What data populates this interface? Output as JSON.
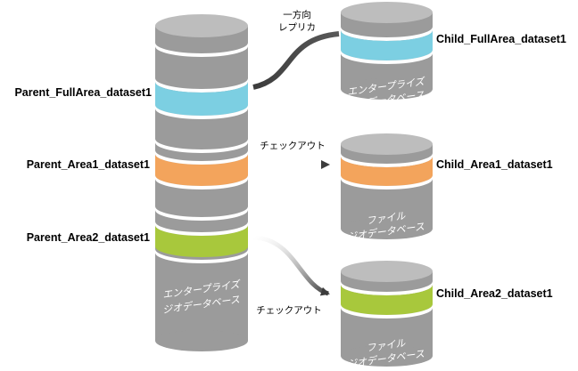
{
  "colors": {
    "cylinder_body": "#9b9b9b",
    "cylinder_top": "#bdbdbd",
    "blue_band": "#7ccfe2",
    "orange_band": "#f3a45c",
    "green_band": "#a8c83c",
    "arrow": "#3c3c3c"
  },
  "parent": {
    "label_fullarea": "Parent_FullArea_dataset1",
    "label_area1": "Parent_Area1_dataset1",
    "label_area2": "Parent_Area2_dataset1",
    "db_line1": "エンタープライズ",
    "db_line2": "ジオデータベース"
  },
  "child_full": {
    "label": "Child_FullArea_dataset1",
    "db_line1": "エンタープライズ",
    "db_line2": "ジオデータベース"
  },
  "child_area1": {
    "label": "Child_Area1_dataset1",
    "db_line1": "ファイル",
    "db_line2": "ジオデータベース"
  },
  "child_area2": {
    "label": "Child_Area2_dataset1",
    "db_line1": "ファイル",
    "db_line2": "ジオデータベース"
  },
  "arrows": {
    "replica_line1": "一方向",
    "replica_line2": "レプリカ",
    "checkout1": "チェックアウト",
    "checkout2": "チェックアウト"
  }
}
